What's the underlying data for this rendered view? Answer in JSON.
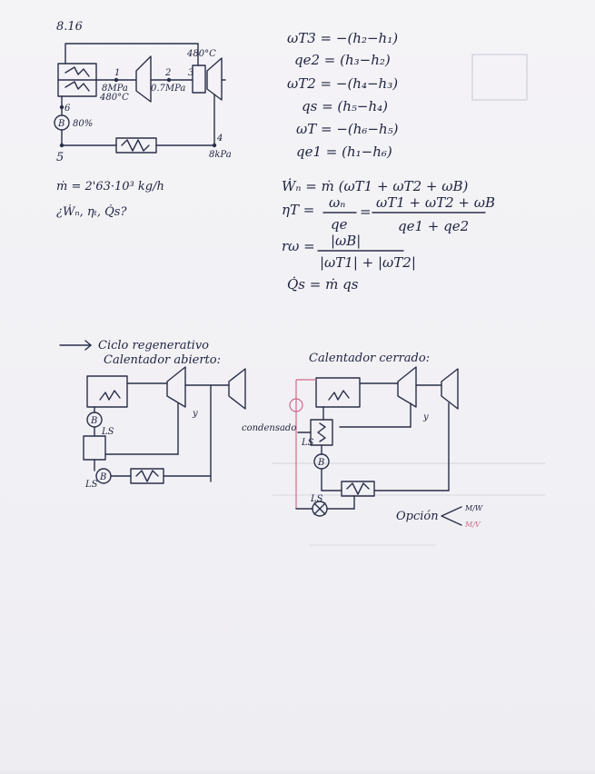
{
  "problem": {
    "number": "8.16",
    "states": [
      "1",
      "2",
      "3",
      "4",
      "5",
      "6"
    ],
    "temps": [
      "480°C",
      "480°C"
    ],
    "pressures": [
      "8MPa",
      "0.7MPa",
      "8kPa"
    ],
    "pump_eff": "80%",
    "pump_symbol": "B",
    "mass_flow": "ṁ = 2'63·10³ kg/h",
    "question": "¿Ẇₙ, ηₜ, Q̇s?"
  },
  "equations": {
    "wt3": "ωT3 = −(h₂−h₁)",
    "qe2": "qe2 = (h₃−h₂)",
    "wt2": "ωT2 = −(h₄−h₃)",
    "qs": "qs = (h₅−h₄)",
    "wt": "ωT = −(h₆−h₅)",
    "qe1": "qe1 = (h₁−h₆)",
    "wn": "Ẇₙ = ṁ (ωT1 + ωT2 + ωB)",
    "eta_lhs": "ηT =",
    "eta_frac1_num": "ωₙ",
    "eta_frac1_den": "qe",
    "eta_frac2_num": "ωT1 + ωT2 + ωB",
    "eta_frac2_den": "qe1 + qe2",
    "rw_lhs": "rω =",
    "rw_num": "|ωB|",
    "rw_den": "|ωT1| + |ωT2|",
    "qs_total": "Q̇s = ṁ qs"
  },
  "regenerative": {
    "arrow_title": "Ciclo regenerativo",
    "open_title": "Calentador abierto:",
    "closed_title": "Calentador cerrado:",
    "y_label": "y",
    "ls_label": "LS",
    "pump_label": "B",
    "condensate_label": "condensado",
    "option_label": "Opción",
    "option_marks": [
      "M/W",
      "M/V"
    ]
  }
}
